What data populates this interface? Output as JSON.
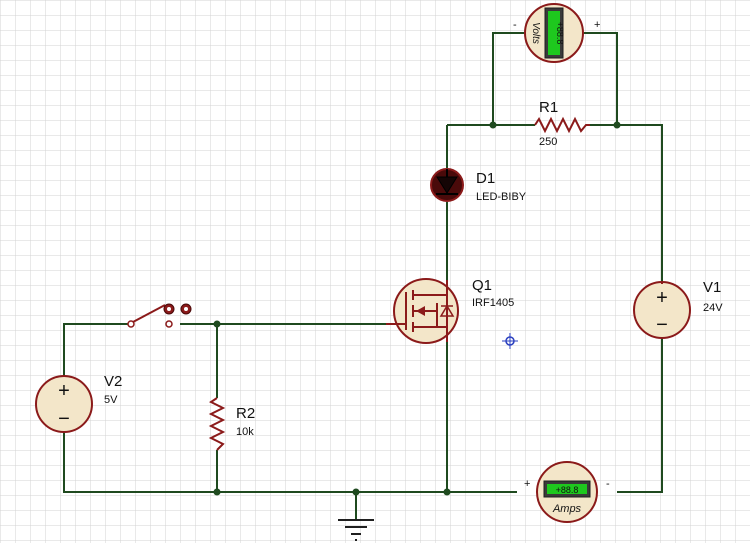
{
  "canvas": {
    "background": "#ffffff",
    "grid_color": "#d3d3d3",
    "wire_color": "#1f4a1f",
    "component_color": "#8b1a1a",
    "component_fill": "#f3e6c9"
  },
  "components": {
    "r1": {
      "ref": "R1",
      "value": "250"
    },
    "d1": {
      "ref": "D1",
      "value": "LED-BIBY"
    },
    "q1": {
      "ref": "Q1",
      "value": "IRF1405"
    },
    "v1": {
      "ref": "V1",
      "value": "24V"
    },
    "v2": {
      "ref": "V2",
      "value": "5V"
    },
    "r2": {
      "ref": "R2",
      "value": "10k"
    }
  },
  "voltmeter": {
    "label": "Volts",
    "reading": "+88.8",
    "minus": "-",
    "plus": "+"
  },
  "ammeter": {
    "label": "Amps",
    "reading": "+88.8",
    "minus": "-",
    "plus": "+"
  },
  "sources": {
    "plus": "+",
    "minus": "−"
  }
}
